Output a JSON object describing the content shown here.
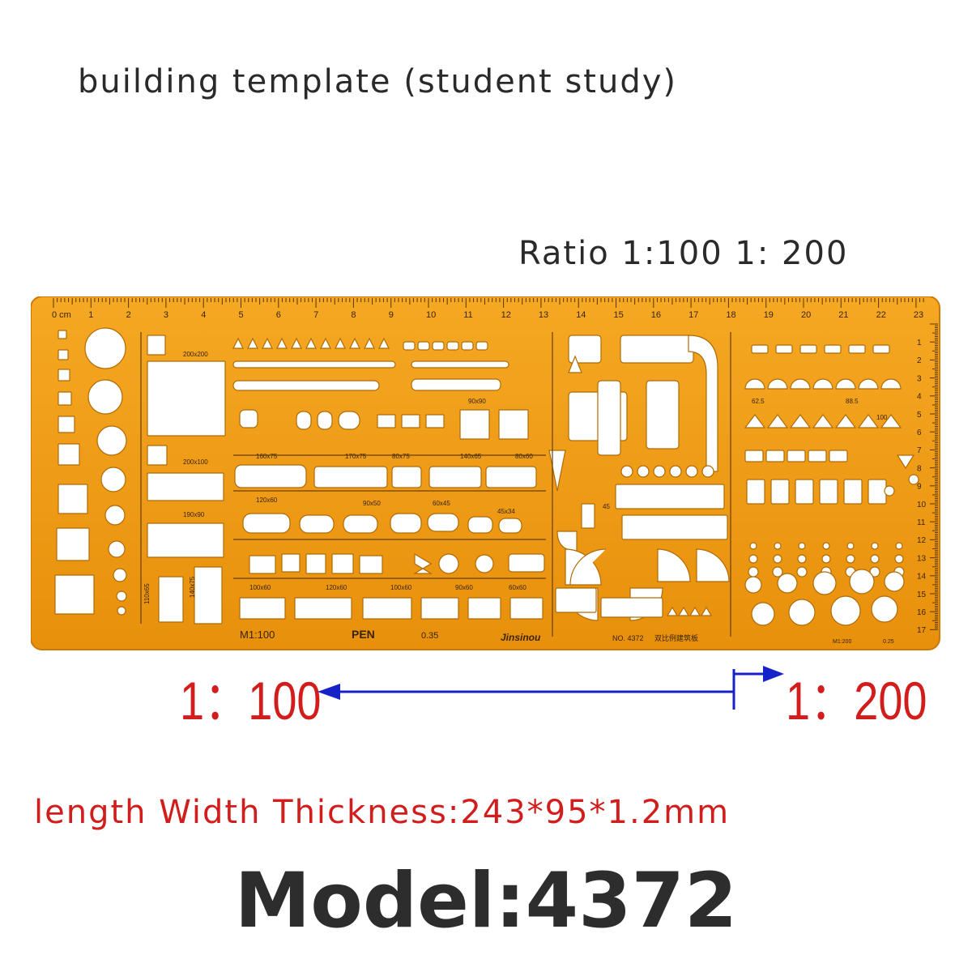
{
  "title": "building template (student study)",
  "ratio_label": "Ratio 1:100   1: 200",
  "template": {
    "ruler_numbers": [
      "0 cm",
      "1",
      "2",
      "3",
      "4",
      "5",
      "6",
      "7",
      "8",
      "9",
      "10",
      "11",
      "12",
      "13",
      "14",
      "15",
      "16",
      "17",
      "18",
      "19",
      "20",
      "21",
      "22",
      "23"
    ],
    "side_numbers": [
      "1",
      "2",
      "3",
      "4",
      "5",
      "6",
      "7",
      "8",
      "9",
      "10",
      "11",
      "12",
      "13",
      "14",
      "15",
      "16",
      "17"
    ],
    "size_labels": [
      "200x200",
      "200x100",
      "190x90",
      "110x65",
      "140x75",
      "160x75",
      "170x75",
      "80x75",
      "140x65",
      "80x60",
      "120x60",
      "90x50",
      "60x45",
      "45x34",
      "90x90",
      "100x60",
      "120x60",
      "100x60",
      "90x60",
      "60x60",
      "62.5",
      "88.5",
      "100",
      "45"
    ],
    "bottom_left": "M1:100",
    "pen_label": "PEN",
    "pen_size": "0.35",
    "brand": "Jinsinou",
    "model_no": "NO. 4372",
    "chinese_name": "双比例建筑板",
    "bottom_right": "M1:200",
    "pen_size_right": "0.25"
  },
  "colors": {
    "template_orange": "#f09a12",
    "arrow_blue": "#1621c8",
    "label_red": "#d21d1d"
  },
  "scale_left": "1：100",
  "scale_right": "1：200",
  "dimensions": "length Width Thickness:243*95*1.2mm",
  "model": "Model:4372"
}
